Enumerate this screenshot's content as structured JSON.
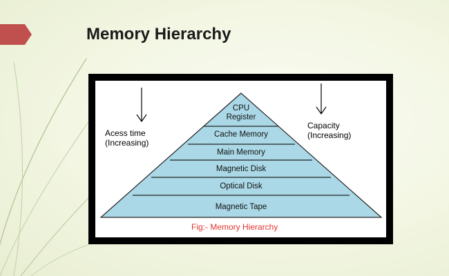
{
  "slide": {
    "title": "Memory Hierarchy"
  },
  "diagram": {
    "access_time": {
      "line1": "Acess time",
      "line2": "(Increasing)"
    },
    "capacity": {
      "line1": "Capacity",
      "line2": "(Increasing)"
    },
    "levels": {
      "cpu_line1": "CPU",
      "cpu_line2": "Register",
      "cache": "Cache Memory",
      "main": "Main Memory",
      "disk": "Magnetic Disk",
      "optical": "Optical Disk",
      "tape": "Magnetic Tape"
    },
    "caption": "Fig:- Memory Hierarchy"
  },
  "colors": {
    "background": "#f2f6e2",
    "accent_tab": "#c0504d",
    "pyramid_fill": "#aad8e6",
    "caption": "#e3342f",
    "frame": "#000000"
  }
}
